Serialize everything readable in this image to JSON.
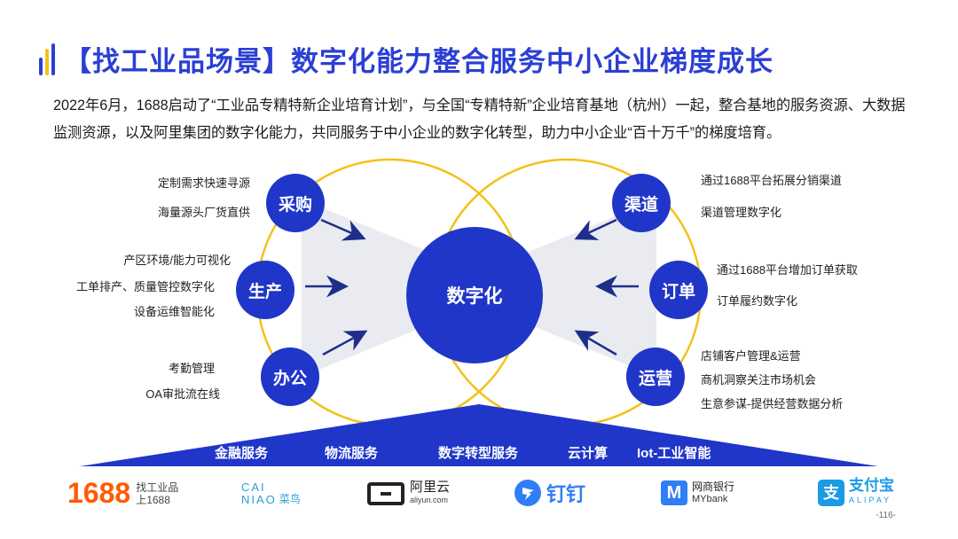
{
  "title": "【找工业品场景】数字化能力整合服务中小企业梯度成长",
  "intro": "2022年6月，1688启动了“工业品专精特新企业培育计划”，与全国“专精特新”企业培育基地（杭州）一起，整合基地的服务资源、大数据监测资源，以及阿里集团的数字化能力，共同服务于中小企业的数字化转型，助力中小企业“百十万千”的梯度培育。",
  "colors": {
    "brand_blue": "#1f36c9",
    "ring_gold": "#f2c21b",
    "title_blue": "#2b3fd4"
  },
  "center": "数字化",
  "left_nodes": [
    {
      "label": "采购",
      "items": [
        "定制需求快速寻源",
        "海量源头厂货直供"
      ]
    },
    {
      "label": "生产",
      "items": [
        "产区环境/能力可视化",
        "工单排产、质量管控数字化",
        "设备运维智能化"
      ]
    },
    {
      "label": "办公",
      "items": [
        "考勤管理",
        "OA审批流在线"
      ]
    }
  ],
  "right_nodes": [
    {
      "label": "渠道",
      "items": [
        "通过1688平台拓展分销渠道",
        "渠道管理数字化"
      ]
    },
    {
      "label": "订单",
      "items": [
        "通过1688平台增加订单获取",
        "订单履约数字化"
      ]
    },
    {
      "label": "运营",
      "items": [
        "店铺客户管理&运营",
        "商机洞察关注市场机会",
        "生意参谋-提供经营数据分析"
      ]
    }
  ],
  "services": [
    "金融服务",
    "物流服务",
    "数字转型服务",
    "云计算",
    "Iot-工业智能"
  ],
  "logos": {
    "l1688": {
      "big": "1688",
      "line1": "找工业品",
      "line2": "上1688"
    },
    "cainiao": {
      "text1": "CAI",
      "text2": "NIAO",
      "cn": "菜鸟"
    },
    "aliyun": {
      "cn": "阿里云",
      "en": "aliyun.com"
    },
    "dingtalk": {
      "cn": "钉钉"
    },
    "mybank": {
      "cn": "网商银行",
      "en": "MYbank"
    },
    "alipay": {
      "cn": "支付宝",
      "en": "ALIPAY"
    }
  },
  "page_number": "-116-"
}
